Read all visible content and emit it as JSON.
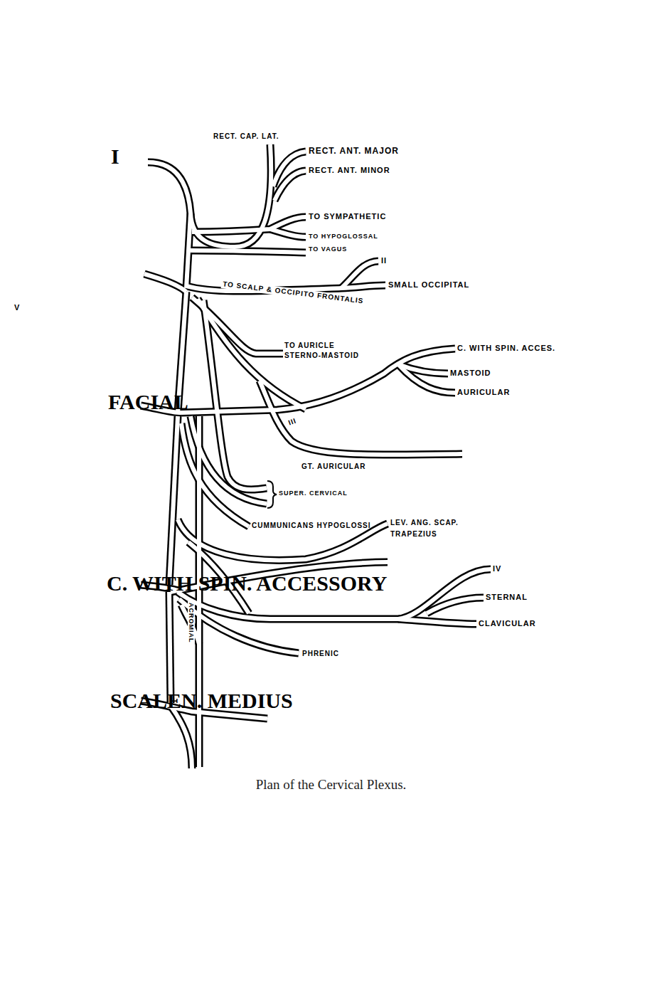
{
  "diagram": {
    "caption": "Plan of the Cervical Plexus.",
    "labels": [
      "I",
      "RECT. CAP. LAT.",
      "RECT. ANT. MAJOR",
      "RECT. ANT. MINOR",
      "TO SYMPATHETIC",
      "TO HYPOGLOSSAL",
      "TO VAGUS",
      "II",
      "TO SCALP & OCCIPITO FRONTALIS",
      "SMALL OCCIPITAL",
      "TO AURICLE",
      "STERNO-MASTOID",
      "C. WITH SPIN. ACCES.",
      "MASTOID",
      "AURICULAR",
      "FACIAL",
      "III",
      "GT. AURICULAR",
      "SUPER. CERVICAL",
      "CUMMUNICANS HYPOGLOSSI",
      "LEV. ANG. SCAP.",
      "TRAPEZIUS",
      "C. WITH SPIN. ACCESSORY",
      "IV",
      "STERNAL",
      "CLAVICULAR",
      "ACROMIAL",
      "PHRENIC",
      "SCALEN. MEDIUS",
      "V"
    ]
  }
}
